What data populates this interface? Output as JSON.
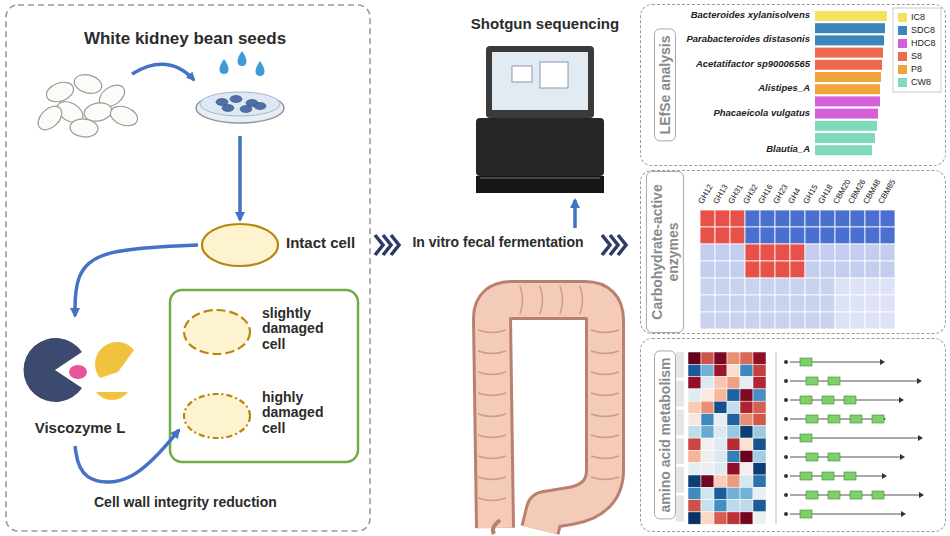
{
  "diagram": {
    "nodes": [
      {
        "text": [
          "White kidney bean seeds"
        ]
      },
      {
        "text": [
          "Intact cell"
        ]
      },
      {
        "text": [
          "Viscozyme L"
        ]
      },
      {
        "text": [
          "slightly damaged cell"
        ]
      },
      {
        "text": [
          "highly damaged cell"
        ]
      },
      {
        "text": [
          "Shotgun sequencing"
        ]
      },
      {
        "text": [
          "In vitro fecal fermentation"
        ]
      },
      {
        "text": [
          "LEfSe analysis"
        ]
      },
      {
        "text": [
          "Carbohydrate-active enzymes"
        ]
      },
      {
        "text": [
          "amino acid metabolism"
        ]
      }
    ],
    "edges": [
      {
        "from": 0,
        "to": 1,
        "arrow": "to"
      },
      {
        "from": 1,
        "to": 2,
        "arrow": "to"
      },
      {
        "from": 2,
        "to": 4,
        "label": "Cell wall integrity reduction",
        "arrow": "to"
      },
      {
        "from": 6,
        "to": 5,
        "arrow": "to"
      }
    ],
    "labels": [
      "Bacteroides xylanisolvens",
      "Parabacteroides distasonis",
      "Acetatifactor sp90006565",
      "Alistipes_A",
      "Phacaeicola vulgatus",
      "Blautia_A",
      "GH12",
      "GH13",
      "GH31",
      "GH32",
      "GH16",
      "GH23",
      "GH4",
      "GH15",
      "GH18",
      "CBM20",
      "CBM26",
      "CBM48",
      "CBM85"
    ],
    "legend": [
      {
        "text": "IC8",
        "color": "#f2e25e"
      },
      {
        "text": "SDC8",
        "color": "#3b86b8"
      },
      {
        "text": "HDC8",
        "color": "#d45fd9"
      },
      {
        "text": "S8",
        "color": "#ee6a4f"
      },
      {
        "text": "P8",
        "color": "#f0a53c"
      },
      {
        "text": "CW8",
        "color": "#7fd9bd"
      }
    ]
  }
}
